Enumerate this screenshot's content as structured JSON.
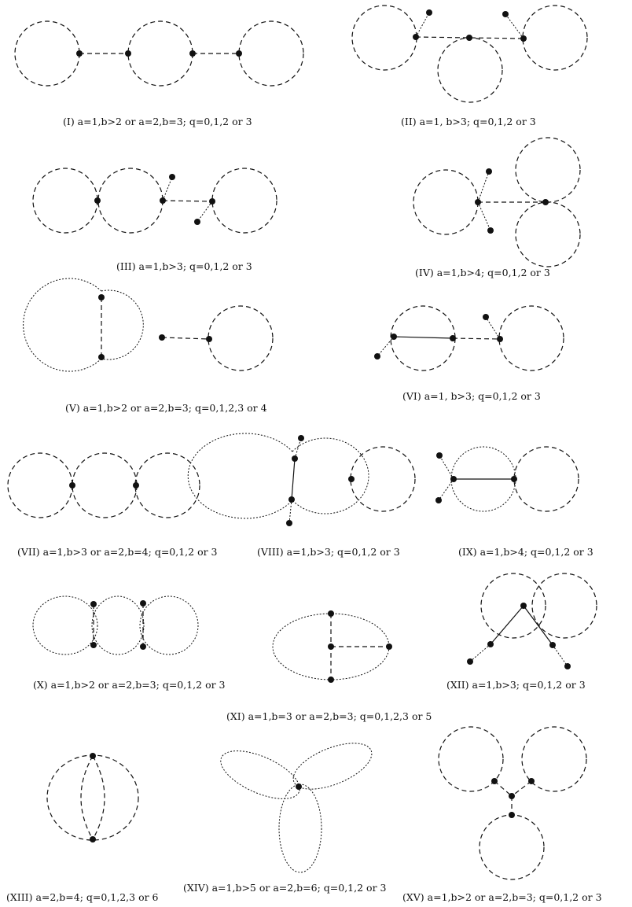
{
  "captions": {
    "I": "(I)  a=1,b>2  or  a=2,b=3;  q=0,1,2 or 3",
    "II": "(II)  a=1,  b>3; q=0,1,2 or 3",
    "III": "(III)  a=1,b>3; q=0,1,2 or 3",
    "IV": "(IV)  a=1,b>4; q=0,1,2 or 3",
    "V": "(V)  a=1,b>2  or  a=2,b=3; q=0,1,2,3 or 4",
    "VI": "(VI)  a=1,  b>3; q=0,1,2 or 3",
    "VII": "(VII)  a=1,b>3  or  a=2,b=4; q=0,1,2 or 3",
    "VIII": "(VIII)   a=1,b>3; q=0,1,2 or 3",
    "IX": "(IX)   a=1,b>4; q=0,1,2 or 3",
    "X": "(X)   a=1,b>2  or  a=2,b=3; q=0,1,2 or 3",
    "XI": "(XI)   a=1,b=3  or a=2,b=3; q=0,1,2,3 or 5",
    "XII": "(XII)   a=1,b>3; q=0,1,2 or 3",
    "XIII": "(XIII)   a=2,b=4;  q=0,1,2,3 or 6",
    "XIV": "(XIV)   a=1,b>5 or a=2,b=6; q=0,1,2 or 3",
    "XV": "(XV)   a=1,b>2  or a=2,b=3; q=0,1,2 or 3"
  }
}
